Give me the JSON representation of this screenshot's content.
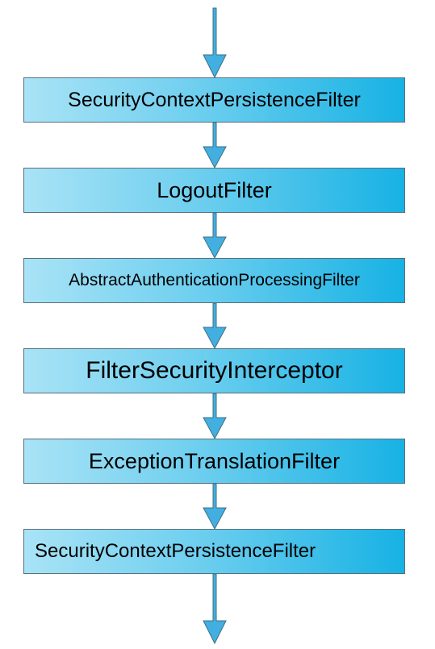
{
  "diagram": {
    "type": "flow",
    "colors": {
      "box_gradient_start": "#a9e3f6",
      "box_gradient_end": "#17b2e4",
      "box_border": "#5a6e7a",
      "arrow_fill": "#42afe0",
      "arrow_stroke": "#3c6f86",
      "text": "#000000"
    },
    "filters": [
      {
        "label": "SecurityContextPersistenceFilter"
      },
      {
        "label": "LogoutFilter"
      },
      {
        "label": "AbstractAuthenticationProcessingFilter"
      },
      {
        "label": "FilterSecurityInterceptor"
      },
      {
        "label": "ExceptionTranslationFilter"
      },
      {
        "label": "SecurityContextPersistenceFilter"
      }
    ]
  }
}
